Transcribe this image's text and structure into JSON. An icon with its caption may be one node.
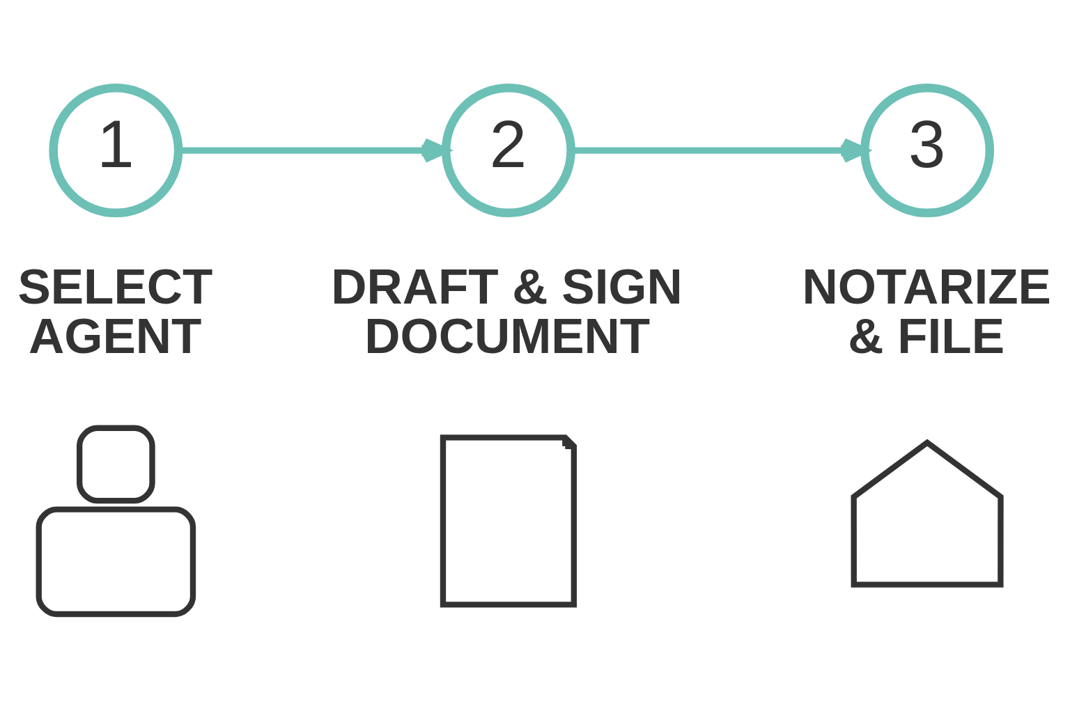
{
  "diagram": {
    "nodes": [
      {
        "text": [
          "1"
        ],
        "beside": [
          "SELECT AGENT"
        ]
      },
      {
        "text": [
          "2"
        ],
        "beside": [
          "DRAFT & SIGN DOCUMENT"
        ]
      },
      {
        "text": [
          "3"
        ],
        "beside": [
          "NOTARIZE & FILE"
        ]
      },
      {
        "text": [],
        "shape": "person"
      },
      {
        "text": [],
        "shape": "document"
      },
      {
        "text": [],
        "shape": "house"
      }
    ],
    "edges": [
      {
        "from": 0,
        "to": 1,
        "arrow": "to"
      },
      {
        "from": 1,
        "to": 2,
        "arrow": "to"
      }
    ]
  }
}
